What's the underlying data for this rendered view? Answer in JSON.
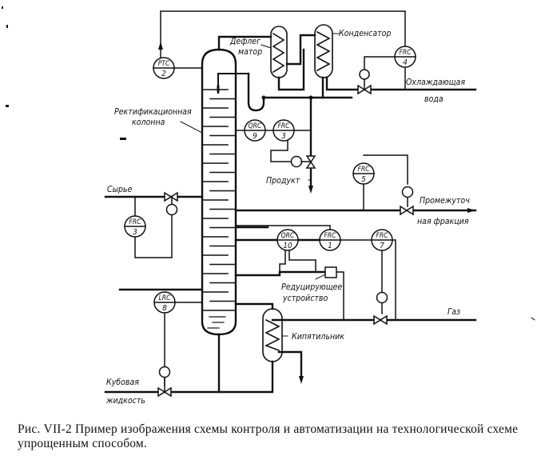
{
  "figure": {
    "labels": {
      "column": [
        "Ректификационная",
        "колонна"
      ],
      "dephlegmator": [
        "Дефлег",
        "матор"
      ],
      "condenser": "Конденсатор",
      "cooling_water": [
        "Охлаждающая",
        "вода"
      ],
      "feed": "Сырье",
      "product": "Продукт",
      "intermediate": [
        "Промежуточ",
        "ная фракция"
      ],
      "reducing_device": [
        "Редуцирующее",
        "устройство"
      ],
      "gas": "Газ",
      "reboiler": "Кипятильник",
      "bottoms": [
        "Кубовая",
        "жидкость"
      ]
    },
    "instruments": [
      {
        "id": "ptc-2",
        "code": "PTC",
        "number": "2"
      },
      {
        "id": "frc-4",
        "code": "FRC",
        "number": "4"
      },
      {
        "id": "qrc-9",
        "code": "QRC",
        "number": "9"
      },
      {
        "id": "frc-3a",
        "code": "FRC",
        "number": "3"
      },
      {
        "id": "frc-5",
        "code": "FRC",
        "number": "5"
      },
      {
        "id": "frc-3b",
        "code": "FRC",
        "number": "3"
      },
      {
        "id": "qrc-10",
        "code": "QRC",
        "number": "10"
      },
      {
        "id": "frc-1",
        "code": "FRC",
        "number": "1"
      },
      {
        "id": "frc-7",
        "code": "FRC",
        "number": "7"
      },
      {
        "id": "lrc-8",
        "code": "LRC",
        "number": "8"
      }
    ]
  },
  "caption": {
    "text": "Рис. VII-2 Пример изображения схемы контроля и автоматизации на технологической схеме упрощенным способом."
  }
}
